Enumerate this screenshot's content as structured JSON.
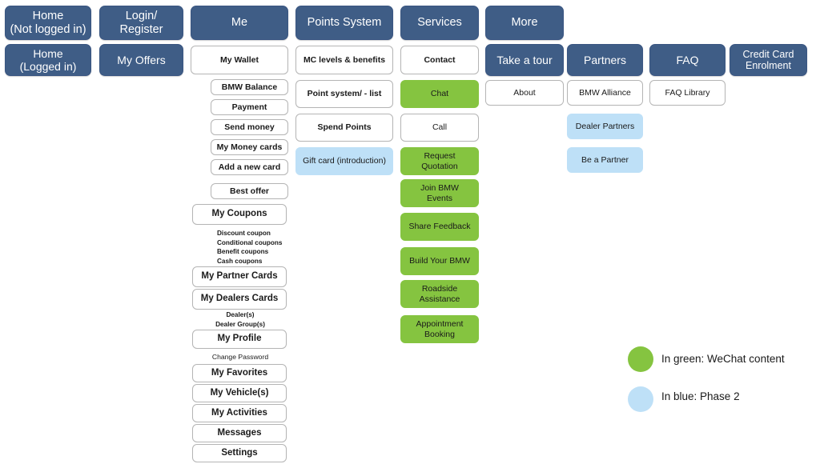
{
  "legend": {
    "green": {
      "label": "In green: WeChat content",
      "color": "#85c440"
    },
    "blue": {
      "label": "In blue: Phase 2",
      "color": "#bee0f7"
    }
  },
  "palette": {
    "navy": "#3f5d86",
    "green": "#85c440",
    "light_blue": "#bee0f7",
    "white": "#ffffff",
    "border_gray": "#b4b4b4"
  },
  "columns": [
    {
      "key": "home",
      "level1": "Home\n(Not logged in)",
      "level2": "Home\n(Logged in)",
      "children": []
    },
    {
      "key": "login",
      "level1": "Login/ Register",
      "level2": "My Offers",
      "children": []
    },
    {
      "key": "me",
      "level1": "Me",
      "level2": "My Wallet",
      "children": [
        "BMW Balance",
        "Payment",
        "Send money",
        "My Money cards",
        "Add a new card",
        "Best offer",
        "My Coupons",
        "My Partner Cards",
        "My Dealers Cards",
        "My Profile",
        "My Favorites",
        "My Vehicle(s)",
        "My Activities",
        "Messages",
        "Settings"
      ],
      "sublists": [
        "Discount coupon\nConditional coupons\nBenefit coupons\nCash coupons",
        "Dealer(s)\nDealer Group(s)",
        "Change Password"
      ]
    },
    {
      "key": "points",
      "level1": "Points System",
      "level2": "MC levels & benefits",
      "children": [
        "Point system/ - list",
        "Spend Points",
        "Gift card (introduction)"
      ]
    },
    {
      "key": "services",
      "level1": "Services",
      "level2": "Contact",
      "children": [
        "Chat",
        "Call",
        "Request\nQuotation",
        "Join BMW\nEvents",
        "Share Feedback",
        "Build Your BMW",
        "Roadside\nAssistance",
        "Appointment\nBooking"
      ]
    },
    {
      "key": "more",
      "level1": "More",
      "level2": "Take a tour",
      "children": [
        "About"
      ]
    },
    {
      "key": "partners",
      "level1": "",
      "level2": "Partners",
      "children": [
        "BMW Alliance",
        "Dealer Partners",
        "Be a Partner"
      ]
    },
    {
      "key": "faq",
      "level1": "",
      "level2": "FAQ",
      "children": [
        "FAQ Library"
      ]
    },
    {
      "key": "credit-card",
      "level1": "",
      "level2": "Credit Card\nEnrolment",
      "children": []
    }
  ],
  "nodes": {
    "home_not_logged": "Home\n(Not logged in)",
    "home_logged": "Home\n(Logged in)",
    "login_register": "Login/ Register",
    "my_offers": "My Offers",
    "me": "Me",
    "my_wallet": "My Wallet",
    "bmw_balance": "BMW Balance",
    "payment": "Payment",
    "send_money": "Send money",
    "my_money_cards": "My Money cards",
    "add_a_new_card": "Add a new card",
    "best_offer": "Best offer",
    "my_coupons": "My Coupons",
    "coupon_sublist": "Discount coupon\nConditional coupons\nBenefit coupons\nCash coupons",
    "my_partner_cards": "My Partner Cards",
    "my_dealers_cards": "My Dealers Cards",
    "dealer_sublist": "Dealer(s)\nDealer Group(s)",
    "my_profile": "My Profile",
    "change_password": "Change Password",
    "my_favorites": "My Favorites",
    "my_vehicles": "My Vehicle(s)",
    "my_activities": "My Activities",
    "messages": "Messages",
    "settings": "Settings",
    "points_system": "Points System",
    "mc_levels": "MC levels & benefits",
    "point_system_list": "Point system/ - list",
    "spend_points": "Spend Points",
    "gift_card": "Gift card (introduction)",
    "services": "Services",
    "contact": "Contact",
    "chat": "Chat",
    "call": "Call",
    "request_quotation": "Request\nQuotation",
    "join_bmw_events": "Join BMW\nEvents",
    "share_feedback": "Share Feedback",
    "build_your_bmw": "Build Your BMW",
    "roadside": "Roadside\nAssistance",
    "appointment": "Appointment\nBooking",
    "more": "More",
    "take_a_tour": "Take a tour",
    "about": "About",
    "partners": "Partners",
    "bmw_alliance": "BMW Alliance",
    "dealer_partners": "Dealer Partners",
    "be_a_partner": "Be a Partner",
    "faq": "FAQ",
    "faq_library": "FAQ Library",
    "credit_card": "Credit Card\nEnrolment"
  }
}
